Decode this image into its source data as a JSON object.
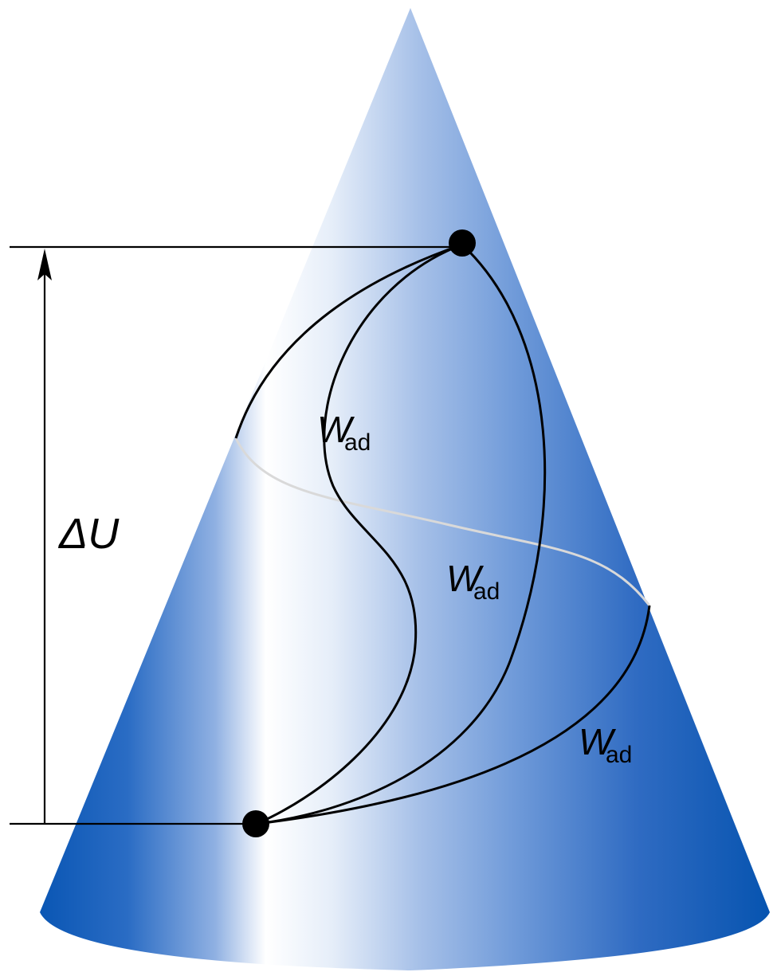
{
  "labels": {
    "delta_u": "ΔU",
    "work_symbol": "W",
    "work_subscript": "ad"
  },
  "colors": {
    "cone_dark": "#0a56b4",
    "cone_mid": "#5d8fd4",
    "cone_light": "#ffffff",
    "outline": "#000000",
    "back_path": "#d9d9d9",
    "background": "#ffffff"
  }
}
